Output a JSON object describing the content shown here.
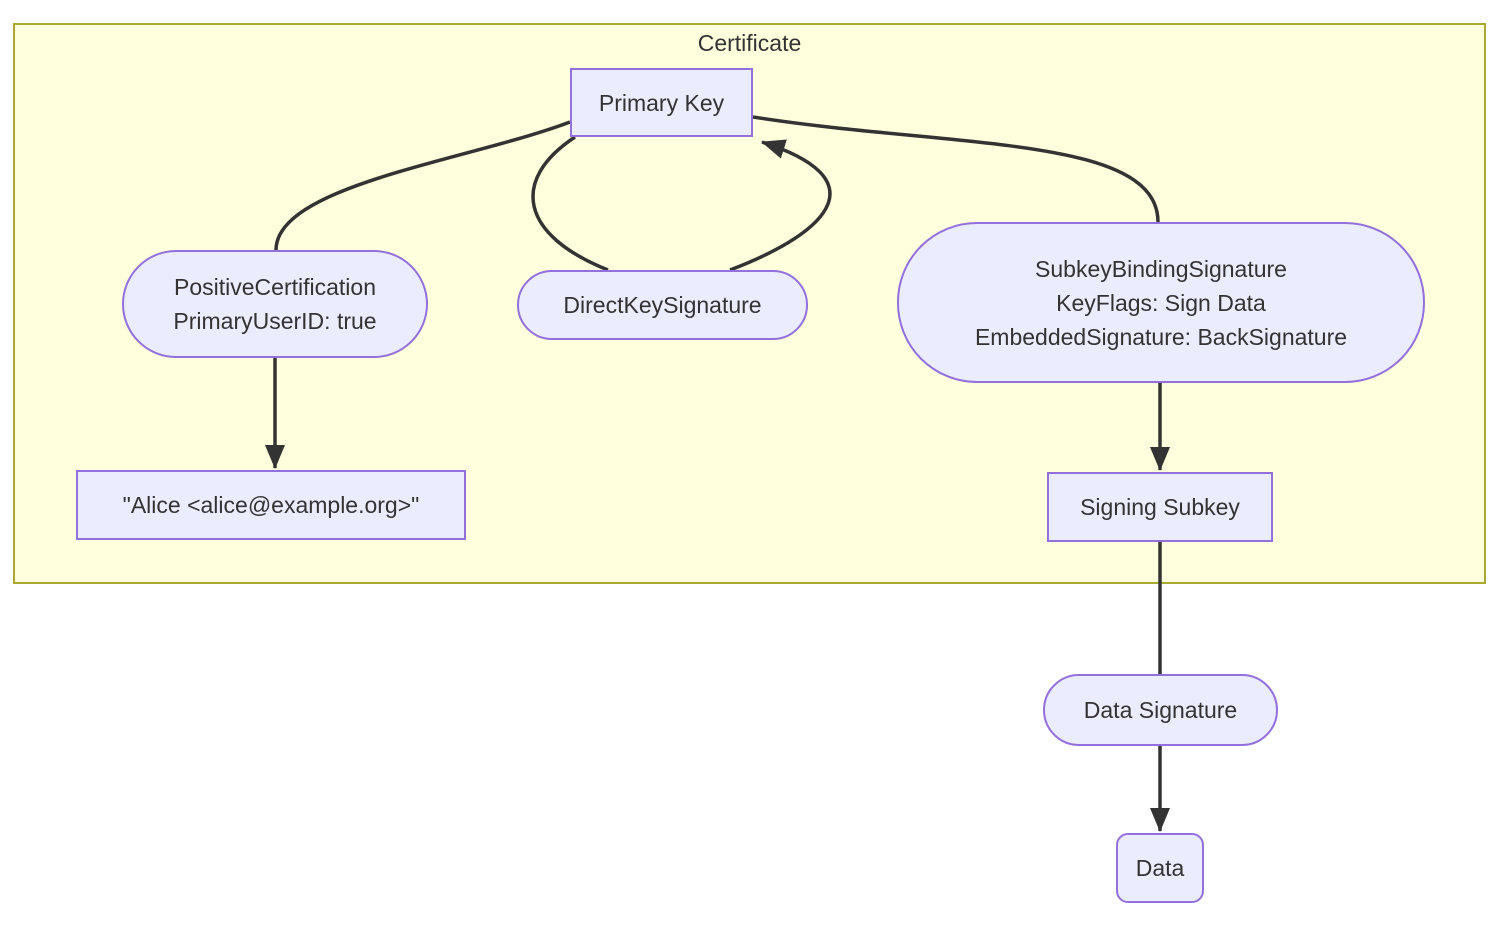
{
  "diagram": {
    "type": "flowchart",
    "cluster": {
      "label": "Certificate"
    },
    "nodes": {
      "primary_key": {
        "label": "Primary Key",
        "shape": "rect"
      },
      "positive_certification": {
        "lines": [
          "PositiveCertification",
          "PrimaryUserID: true"
        ],
        "shape": "stadium"
      },
      "direct_key_signature": {
        "label": "DirectKeySignature",
        "shape": "stadium"
      },
      "subkey_binding_signature": {
        "lines": [
          "SubkeyBindingSignature",
          "KeyFlags: Sign Data",
          "EmbeddedSignature: BackSignature"
        ],
        "shape": "stadium"
      },
      "user_id": {
        "label": "\"Alice <alice@example.org>\"",
        "shape": "rect"
      },
      "signing_subkey": {
        "label": "Signing Subkey",
        "shape": "rect"
      },
      "data_signature": {
        "label": "Data Signature",
        "shape": "stadium"
      },
      "data": {
        "label": "Data",
        "shape": "rounded-rect"
      }
    },
    "edges": [
      {
        "from": "primary_key",
        "to": "positive_certification",
        "arrow": false
      },
      {
        "from": "positive_certification",
        "to": "user_id",
        "arrow": true
      },
      {
        "from": "primary_key",
        "to": "direct_key_signature",
        "arrow": false
      },
      {
        "from": "direct_key_signature",
        "to": "primary_key",
        "arrow": true
      },
      {
        "from": "primary_key",
        "to": "subkey_binding_signature",
        "arrow": false
      },
      {
        "from": "subkey_binding_signature",
        "to": "signing_subkey",
        "arrow": true
      },
      {
        "from": "signing_subkey",
        "to": "data_signature",
        "arrow": false
      },
      {
        "from": "data_signature",
        "to": "data",
        "arrow": true
      }
    ],
    "colors": {
      "cluster_fill": "#ffffde",
      "cluster_border": "#aaaa33",
      "node_fill": "#ececff",
      "node_border": "#9370db",
      "edge_stroke": "#333333",
      "text": "#333333",
      "page_background": "#ffffff"
    }
  }
}
